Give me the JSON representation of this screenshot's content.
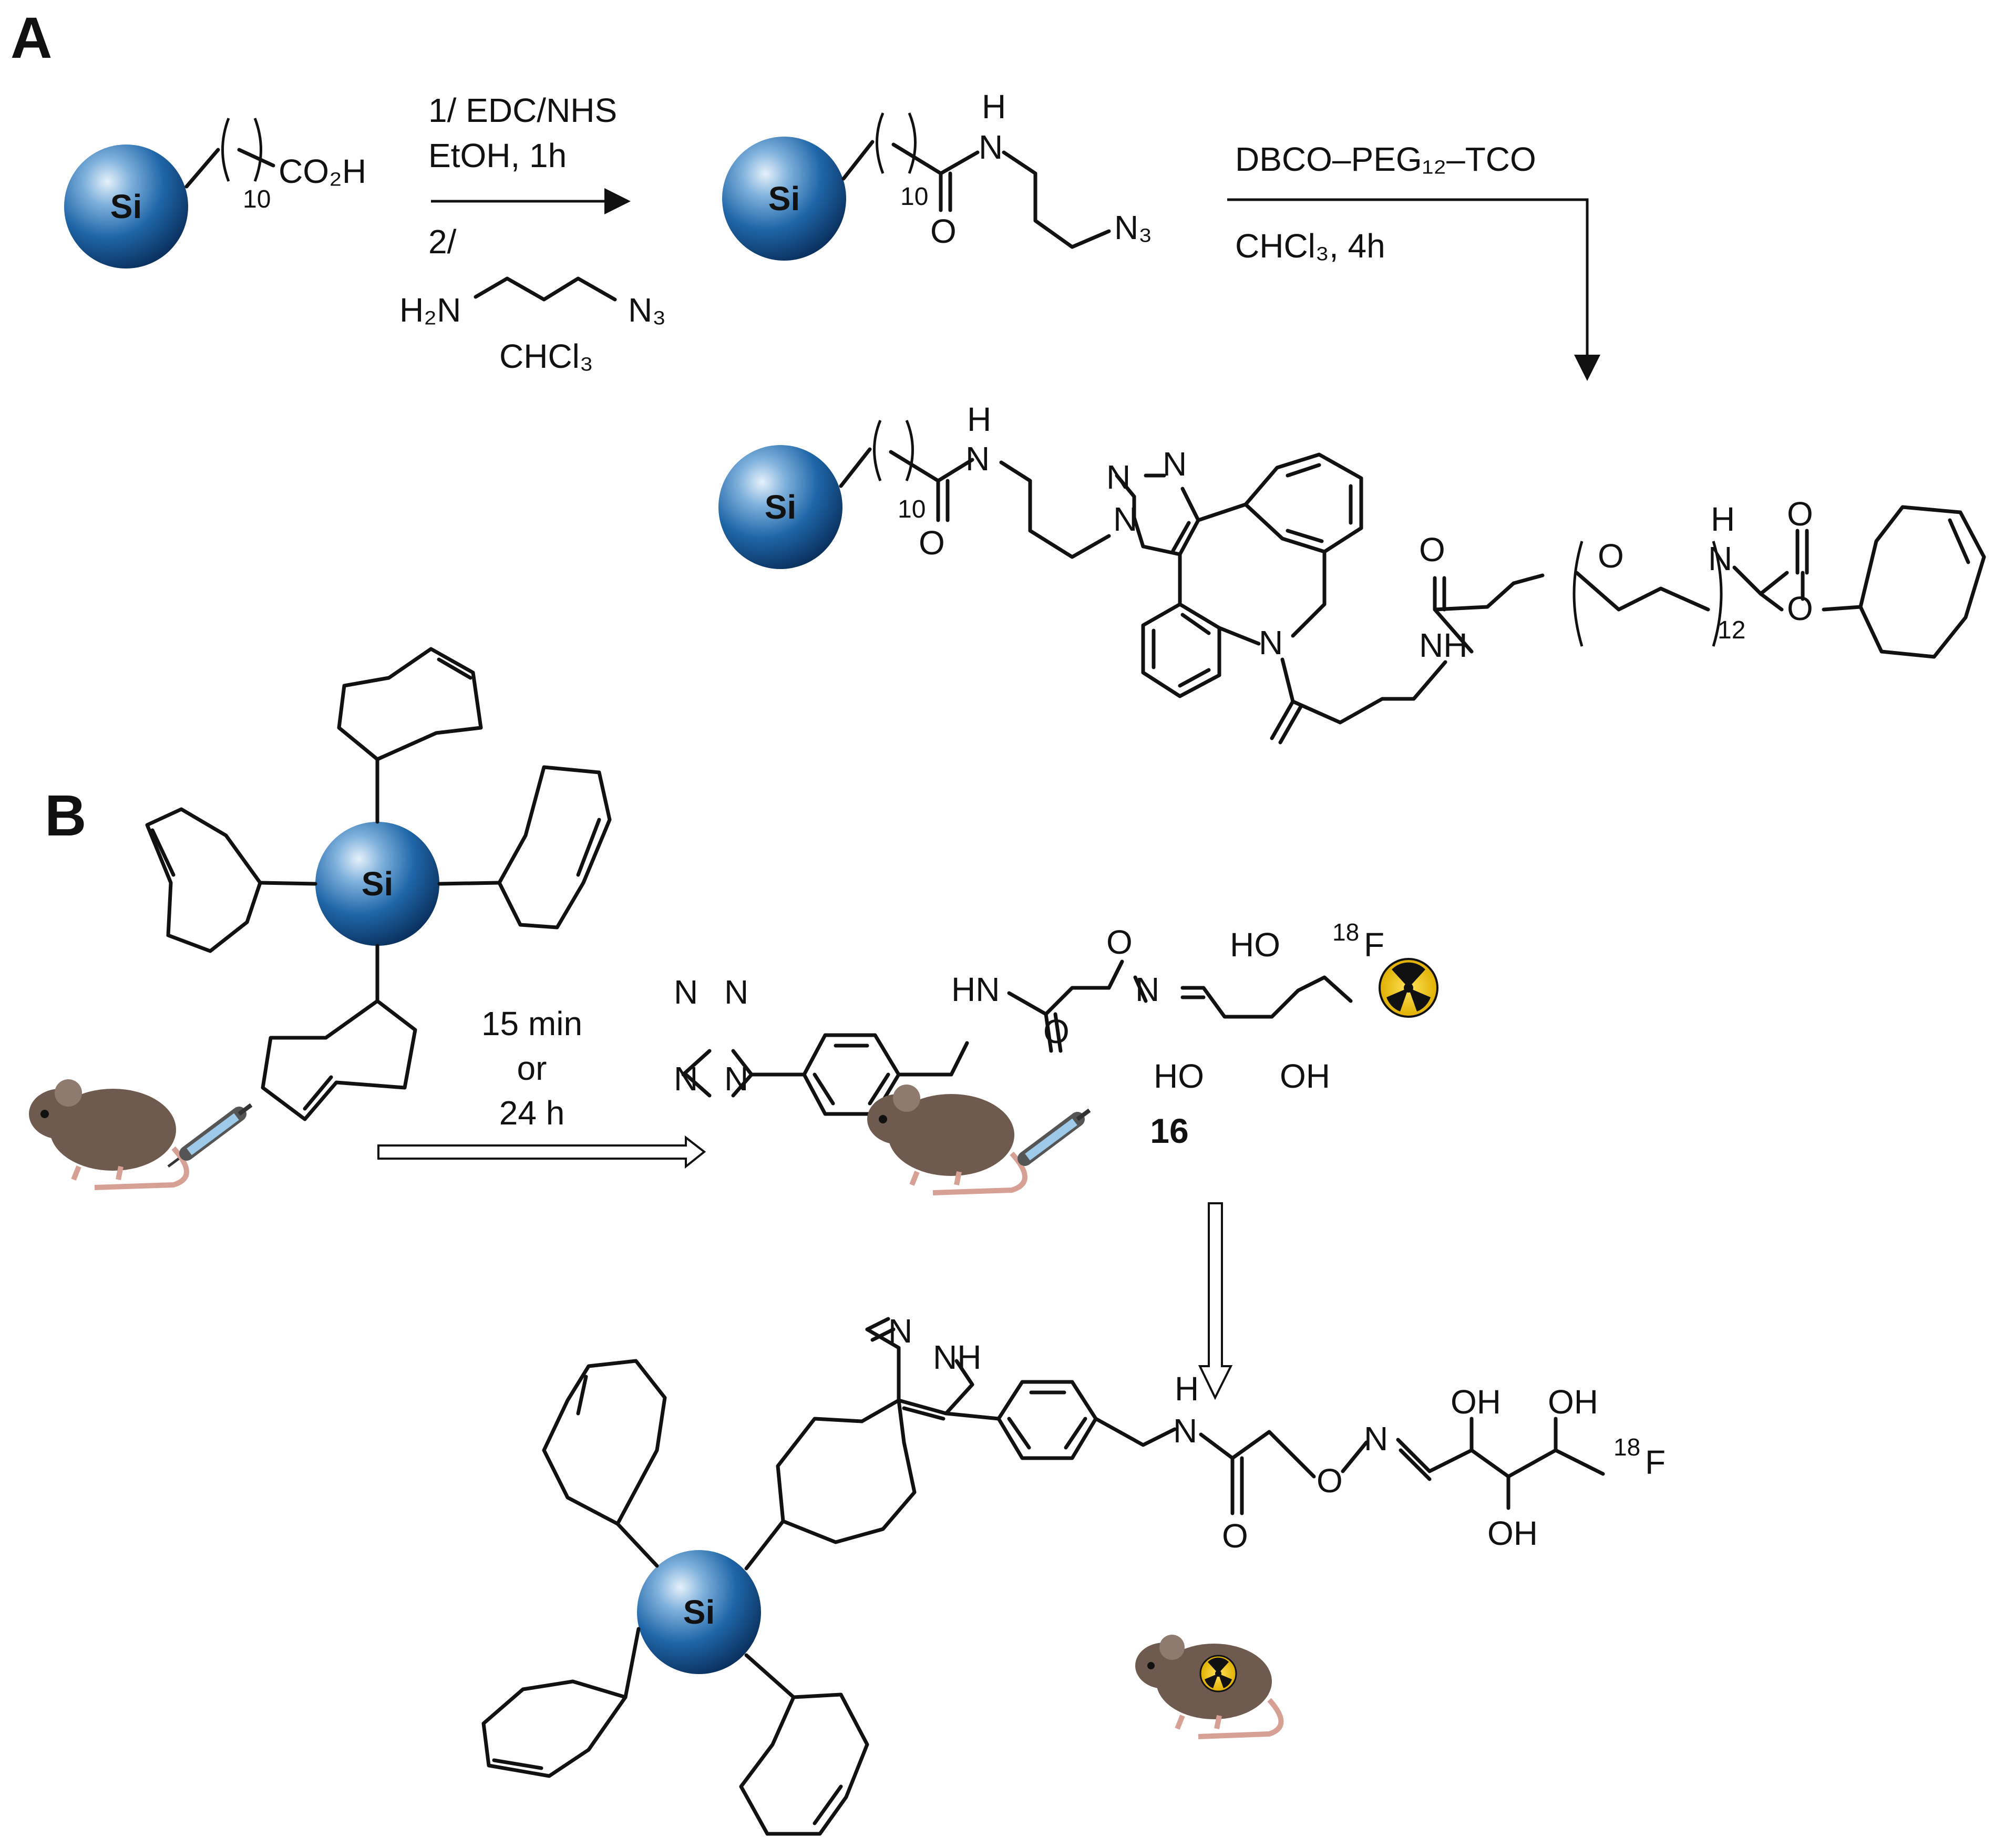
{
  "panels": {
    "a_label": "A",
    "b_label": "B"
  },
  "si_label": "Si",
  "scheme_a": {
    "start": {
      "subscript": "10",
      "group": "CO₂H"
    },
    "step1": {
      "line1": "1/ EDC/NHS",
      "line2": "EtOH, 1h",
      "line3": "2/",
      "amine_left": "H₂N",
      "amine_right": "N₃",
      "solvent": "CHCl₃"
    },
    "intermediate": {
      "subscript": "10",
      "nh": "H",
      "n": "N",
      "o": "O",
      "azide": "N₃"
    },
    "step2": {
      "reagent": "DBCO–PEG₁₂–TCO",
      "conditions": "CHCl₃, 4h"
    },
    "product": {
      "subscript": "10",
      "h": "H",
      "n": "N",
      "o": "O",
      "nh": "NH",
      "peg_n": "12",
      "triazole_n1": "N",
      "triazole_n2": "N",
      "triazole_n3": "N"
    }
  },
  "scheme_b": {
    "conditions": {
      "line1": "15 min",
      "line2": "or",
      "line3": "24 h"
    },
    "compound_label": "16",
    "tetrazine": {
      "n1": "N",
      "n2": "N",
      "n3": "N",
      "n4": "N"
    },
    "labels": {
      "hn": "HN",
      "o": "O",
      "n": "N",
      "ho": "HO",
      "oh": "OH",
      "f18": "18",
      "f": "F",
      "nh": "NH",
      "h": "H"
    },
    "icons": [
      "rat-icon",
      "syringe-icon",
      "radiation-icon"
    ]
  }
}
